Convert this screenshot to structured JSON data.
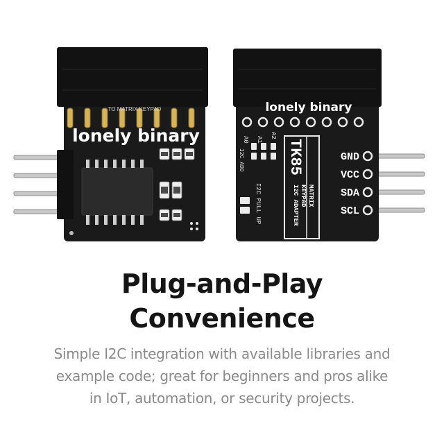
{
  "left_board": {
    "brand_text": "lonely binary",
    "header_text": "TO MATRIX KEYPAD"
  },
  "right_board": {
    "brand_text": "lonely binary",
    "model": "TK85",
    "subtitle_lines": [
      "MATRIX",
      "KEYPAD",
      "I2C ADAPTER"
    ],
    "pin_labels": [
      "GND",
      "VCC",
      "SDA",
      "SCL"
    ],
    "address_labels": [
      "A0",
      "A1",
      "A2"
    ],
    "addr_label": "I2C ADD",
    "pullup_label": "I2C PULL UP"
  },
  "headline": {
    "line1": "Plug-and-Play",
    "line2": "Convenience"
  },
  "description": {
    "line1": "Simple I2C integration with available libraries and",
    "line2": "example code; great for beginners and pros alike",
    "line3": "in IoT, automation, or security projects."
  }
}
